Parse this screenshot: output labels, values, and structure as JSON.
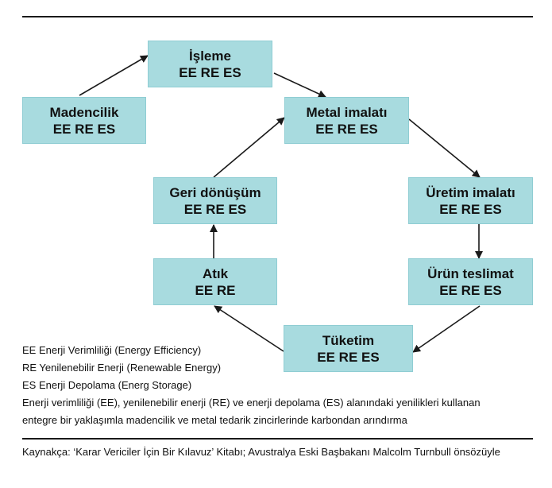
{
  "nodes": {
    "isleme": {
      "title": "İşleme",
      "tags": "EE RE ES"
    },
    "madencilik": {
      "title": "Madencilik",
      "tags": "EE RE ES"
    },
    "metal": {
      "title": "Metal imalatı",
      "tags": "EE RE ES"
    },
    "geri_donusum": {
      "title": "Geri dönüşüm",
      "tags": "EE RE ES"
    },
    "uretim": {
      "title": "Üretim imalatı",
      "tags": "EE RE ES"
    },
    "atik": {
      "title": "Atık",
      "tags": "EE RE"
    },
    "urun": {
      "title": "Ürün teslimat",
      "tags": "EE RE ES"
    },
    "tuketim": {
      "title": "Tüketim",
      "tags": "EE RE ES"
    }
  },
  "legend": [
    "EE Enerji Verimliliği (Energy Efficiency)",
    "RE Yenilenebilir Enerji (Renewable Energy)",
    "ES Enerji Depolama (Energ Storage)",
    "Enerji verimliliği (EE), yenilenebilir enerji (RE) ve enerji depolama (ES) alanındaki yenilikleri kullanan",
    "entegre bir yaklaşımla madencilik ve metal tedarik zincirlerinde karbondan arındırma"
  ],
  "source": "Kaynakça: ‘Karar Vericiler İçin Bir Kılavuz’ Kitabı; Avustralya Eski Başbakanı Malcolm Turnbull önsözüyle",
  "colors": {
    "box_fill": "#a8dbdf",
    "rule": "#1a1a1a",
    "arrow": "#1a1a1a"
  }
}
